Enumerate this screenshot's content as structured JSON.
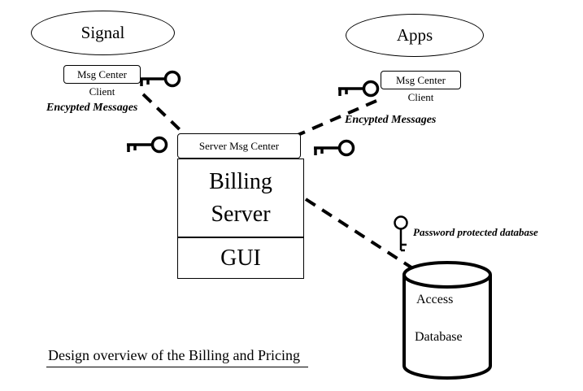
{
  "page": {
    "background": "#ffffff",
    "ink": "#000000"
  },
  "nodes": {
    "signal": {
      "label": "Signal"
    },
    "apps": {
      "label": "Apps"
    },
    "client_left": {
      "box_label": "Msg Center",
      "sub_label": "Client"
    },
    "client_right": {
      "box_label": "Msg Center",
      "sub_label": "Client"
    },
    "server_msg_center": {
      "label": "Server Msg Center"
    },
    "billing_server": {
      "label": "Billing Server"
    },
    "gui": {
      "label": "GUI"
    },
    "database": {
      "label_line1": "Access",
      "label_line2": "Database"
    }
  },
  "annotations": {
    "encrypted_left": "Encypted Messages",
    "encrypted_right": "Encypted Messages",
    "password_note": "Password protected database",
    "caption": "Design overview of the Billing and Pricing"
  },
  "icons": {
    "key": "skeleton-key",
    "password_key": "vertical-skeleton-key"
  }
}
